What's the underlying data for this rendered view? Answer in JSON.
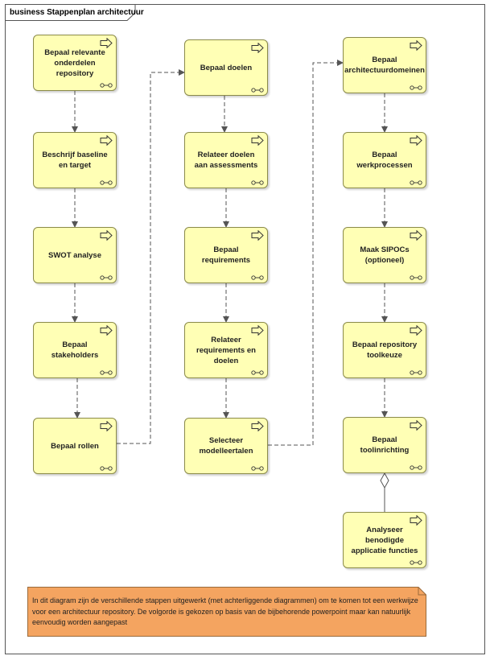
{
  "diagram": {
    "title": "business Stappenplan architectuur"
  },
  "steps": [
    {
      "id": "s1",
      "label": "Bepaal relevante onderdelen repository"
    },
    {
      "id": "s2",
      "label": "Beschrijf baseline en target"
    },
    {
      "id": "s3",
      "label": "SWOT analyse"
    },
    {
      "id": "s4",
      "label": "Bepaal stakeholders"
    },
    {
      "id": "s5",
      "label": "Bepaal rollen"
    },
    {
      "id": "s6",
      "label": "Bepaal doelen"
    },
    {
      "id": "s7",
      "label": "Relateer doelen aan assessments"
    },
    {
      "id": "s8",
      "label": "Bepaal requirements"
    },
    {
      "id": "s9",
      "label": "Relateer requirements en doelen"
    },
    {
      "id": "s10",
      "label": "Selecteer modelleertalen"
    },
    {
      "id": "s11",
      "label": "Bepaal architectuurdomeinen"
    },
    {
      "id": "s12",
      "label": "Bepaal werkprocessen"
    },
    {
      "id": "s13",
      "label": "Maak SIPOCs (optioneel)"
    },
    {
      "id": "s14",
      "label": "Bepaal repository toolkeuze"
    },
    {
      "id": "s15",
      "label": "Bepaal toolinrichting"
    },
    {
      "id": "s16",
      "label": "Analyseer benodigde applicatie functies"
    }
  ],
  "flows": [
    {
      "from": "s1",
      "to": "s2",
      "type": "triggering"
    },
    {
      "from": "s2",
      "to": "s3",
      "type": "triggering"
    },
    {
      "from": "s3",
      "to": "s4",
      "type": "triggering"
    },
    {
      "from": "s4",
      "to": "s5",
      "type": "triggering"
    },
    {
      "from": "s5",
      "to": "s6",
      "type": "triggering"
    },
    {
      "from": "s6",
      "to": "s7",
      "type": "triggering"
    },
    {
      "from": "s7",
      "to": "s8",
      "type": "triggering"
    },
    {
      "from": "s8",
      "to": "s9",
      "type": "triggering"
    },
    {
      "from": "s9",
      "to": "s10",
      "type": "triggering"
    },
    {
      "from": "s10",
      "to": "s11",
      "type": "triggering"
    },
    {
      "from": "s11",
      "to": "s12",
      "type": "triggering"
    },
    {
      "from": "s12",
      "to": "s13",
      "type": "triggering"
    },
    {
      "from": "s13",
      "to": "s14",
      "type": "triggering"
    },
    {
      "from": "s14",
      "to": "s15",
      "type": "triggering"
    },
    {
      "from": "s15",
      "to": "s16",
      "type": "aggregation"
    }
  ],
  "note": {
    "text": "In dit diagram zijn de verschillende stappen uitgewerkt (met achterliggende diagrammen) om te komen tot een werkwijze voor een architectuur repository. De volgorde is gekozen op basis van de bijbehorende powerpoint maar kan natuurlijk eenvoudig worden aangepast"
  },
  "colors": {
    "step_fill": "#ffffb5",
    "step_border": "#8a8a4a",
    "note_fill": "#f4a460",
    "edge": "#555555"
  },
  "icons": {
    "process": "process-arrow-icon",
    "link": "link-icon"
  }
}
